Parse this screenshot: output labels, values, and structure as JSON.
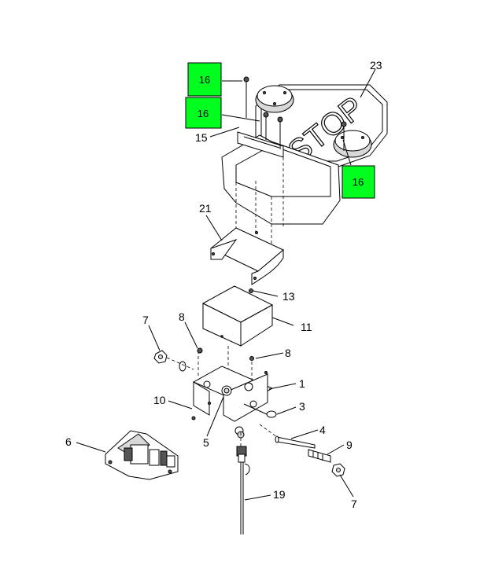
{
  "colors": {
    "highlight": "#00ff1f",
    "ink": "#000000",
    "background": "#ffffff"
  },
  "stop_sign": {
    "text": "STOP"
  },
  "highlight_callouts": [
    "16",
    "16",
    "16"
  ],
  "callouts": {
    "c23": "23",
    "c15": "15",
    "c21": "21",
    "c13": "13",
    "c11": "11",
    "c7a": "7",
    "c8a": "8",
    "c8b": "8",
    "c1": "1",
    "c10": "10",
    "c3": "3",
    "c5": "5",
    "c4": "4",
    "c6": "6",
    "c9": "9",
    "c7b": "7",
    "c19": "19"
  }
}
